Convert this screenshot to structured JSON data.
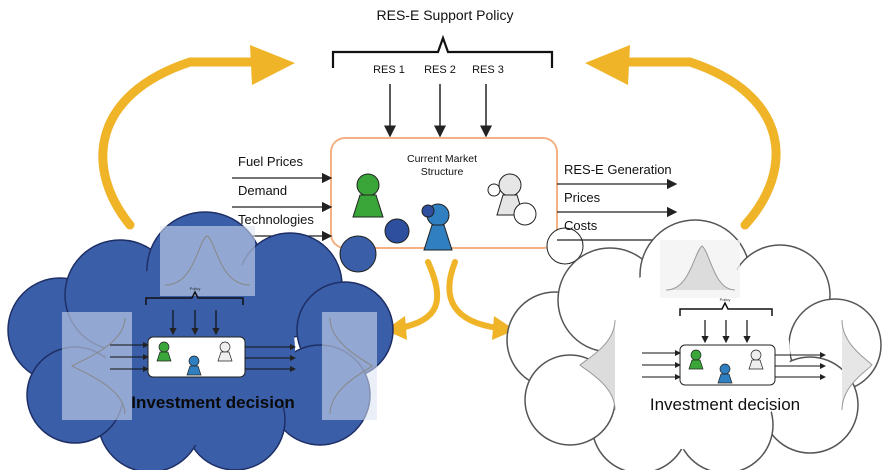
{
  "policy": {
    "title": "RES-E Support Policy",
    "res": [
      "RES 1",
      "RES 2",
      "RES 3"
    ]
  },
  "inputs": [
    "Fuel Prices",
    "Demand",
    "Technologies"
  ],
  "market": {
    "title_line1": "Current Market",
    "title_line2": "Structure"
  },
  "outputs": [
    "RES-E Generation",
    "Prices",
    "Costs"
  ],
  "clouds": {
    "left": {
      "label": "Investment decision",
      "color": "#3a5ea8"
    },
    "right": {
      "label": "Investment decision",
      "color": "#ffffff"
    }
  },
  "colors": {
    "feedback_arrow": "#f0b429",
    "market_border": "#f4b183",
    "green_agent": "#3aa63a",
    "blue_agent": "#2f7fc1",
    "navy_agent": "#2e4e9e"
  }
}
